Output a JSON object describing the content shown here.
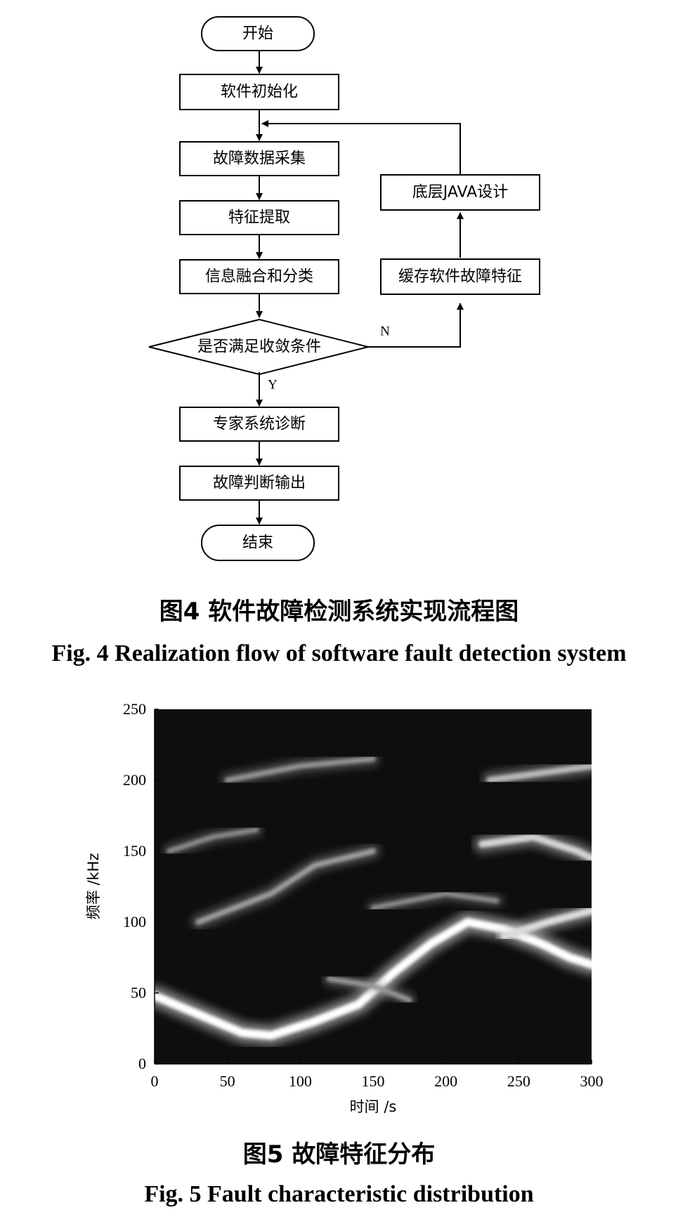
{
  "figure4": {
    "nodes": {
      "start": "开始",
      "init": "软件初始化",
      "collect": "故障数据采集",
      "extract": "特征提取",
      "fusion": "信息融合和分类",
      "decision": "是否满足收敛条件",
      "expert": "专家系统诊断",
      "output": "故障判断输出",
      "end": "结束",
      "cache": "缓存软件故障特征",
      "java": "底层JAVA设计"
    },
    "labels": {
      "yes": "Y",
      "no": "N"
    },
    "caption_cn": "图4  软件故障检测系统实现流程图",
    "caption_en": "Fig. 4  Realization flow of software fault detection system"
  },
  "figure5": {
    "caption_cn": "图5  故障特征分布",
    "caption_en": "Fig. 5  Fault characteristic distribution"
  },
  "chart_data": {
    "type": "heatmap",
    "title": "",
    "xlabel": "时间  /s",
    "ylabel": "频率  /kHz",
    "xlim": [
      0,
      300
    ],
    "ylim": [
      0,
      250
    ],
    "x_ticks": [
      "0",
      "50",
      "100",
      "150",
      "200",
      "250",
      "300"
    ],
    "y_ticks": [
      "0",
      "50",
      "100",
      "150",
      "200",
      "250"
    ],
    "colormap": "grayscale",
    "grid": false,
    "ridges": [
      {
        "points": [
          [
            0,
            48
          ],
          [
            30,
            35
          ],
          [
            60,
            22
          ],
          [
            80,
            20
          ],
          [
            110,
            30
          ],
          [
            140,
            42
          ],
          [
            165,
            65
          ],
          [
            190,
            85
          ],
          [
            215,
            100
          ],
          [
            240,
            95
          ],
          [
            265,
            85
          ],
          [
            285,
            75
          ],
          [
            300,
            70
          ]
        ],
        "intensity": 1.0
      },
      {
        "points": [
          [
            240,
            90
          ],
          [
            270,
            100
          ],
          [
            300,
            108
          ]
        ],
        "intensity": 0.8
      },
      {
        "points": [
          [
            225,
            155
          ],
          [
            260,
            160
          ],
          [
            290,
            150
          ],
          [
            300,
            145
          ]
        ],
        "intensity": 0.75
      },
      {
        "points": [
          [
            230,
            200
          ],
          [
            265,
            205
          ],
          [
            300,
            210
          ]
        ],
        "intensity": 0.6
      },
      {
        "points": [
          [
            30,
            100
          ],
          [
            80,
            120
          ],
          [
            110,
            140
          ],
          [
            150,
            150
          ]
        ],
        "intensity": 0.45
      },
      {
        "points": [
          [
            50,
            200
          ],
          [
            100,
            210
          ],
          [
            150,
            215
          ]
        ],
        "intensity": 0.4
      },
      {
        "points": [
          [
            120,
            60
          ],
          [
            150,
            55
          ],
          [
            175,
            45
          ]
        ],
        "intensity": 0.4
      },
      {
        "points": [
          [
            10,
            150
          ],
          [
            40,
            160
          ],
          [
            70,
            165
          ]
        ],
        "intensity": 0.35
      },
      {
        "points": [
          [
            150,
            110
          ],
          [
            200,
            120
          ],
          [
            235,
            115
          ]
        ],
        "intensity": 0.35
      }
    ]
  }
}
